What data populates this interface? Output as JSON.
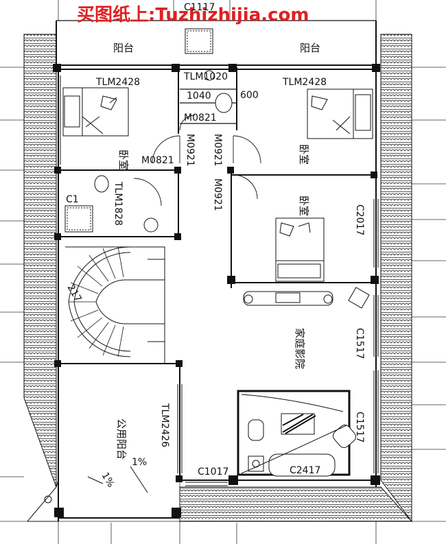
{
  "watermark": "买图纸上:Tuzhizhijia.com",
  "rooms": {
    "balcony_left": "阳台",
    "balcony_right": "阳台",
    "bedroom_left": "卧室",
    "bedroom_right": "卧室",
    "bedroom_middle": "卧室",
    "home_theater": "家庭影院",
    "public_balcony": "公用阳台"
  },
  "labels": {
    "c1117": "C1117",
    "tlm1020": "TLM1020",
    "tlm2428_left": "TLM2428",
    "tlm2428_right": "TLM2428",
    "n1040": "1040",
    "m0821_top": "M0821",
    "m0821_mid": "M0821",
    "m0921_a": "M0921",
    "m0921_b": "M0921",
    "m0921_c": "M0921",
    "tlm1828": "TLM1828",
    "c1_left": "C1",
    "c2017": "C2017",
    "c1517_a": "C1517",
    "c1517_b": "C1517",
    "c2417": "C2417",
    "tlm2426": "TLM2426",
    "c1017": "C1017",
    "s600": "600",
    "s217": "217",
    "slope_1": "1%",
    "slope_2": "1%"
  }
}
